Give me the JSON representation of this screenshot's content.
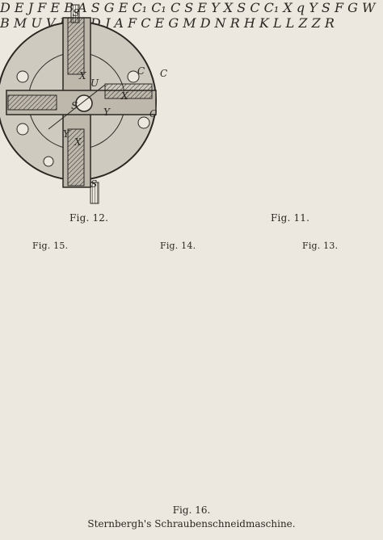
{
  "plate": {
    "background": "#ece8df",
    "ink": "#2a2723",
    "captions": {
      "fig12": "Fig. 12.",
      "fig11": "Fig. 11.",
      "fig15": "Fig. 15.",
      "fig14": "Fig. 14.",
      "fig13": "Fig. 13.",
      "fig16": "Fig. 16.",
      "title": "Sternbergh's Schraubenschneidmaschine."
    }
  },
  "fig12_labels": [
    "S",
    "X",
    "U",
    "C",
    "C",
    "X",
    "S",
    "C",
    "Y",
    "Y",
    "X",
    "S"
  ],
  "fig11_labels": [
    "D",
    "E",
    "J",
    "F",
    "E",
    "B",
    "A",
    "S",
    "G",
    "E",
    "C₁",
    "C₁",
    "C",
    "S"
  ],
  "fig15_labels": [
    "E",
    "Y",
    "X"
  ],
  "fig14_labels": [
    "S",
    "C",
    "C₁",
    "X",
    "q",
    "Y",
    "S"
  ],
  "fig13_labels": [
    "F",
    "G"
  ],
  "fig16_labels": [
    "W",
    "B",
    "M",
    "U",
    "V",
    "E",
    "W",
    "D",
    "J",
    "A",
    "F",
    "C",
    "E",
    "G",
    "M",
    "D",
    "N",
    "R",
    "H",
    "K",
    "L",
    "L",
    "Z",
    "Z",
    "R"
  ]
}
